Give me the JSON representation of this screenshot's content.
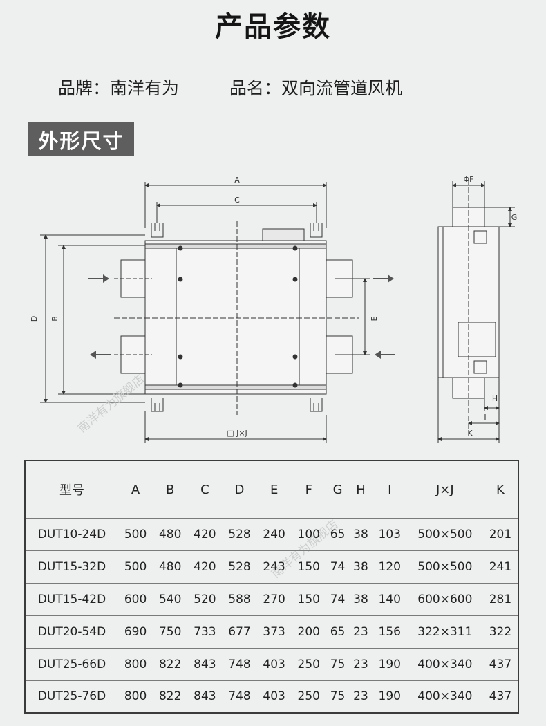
{
  "header": {
    "title": "产品参数",
    "brand": "品牌：南洋有为",
    "product_name": "品名：双向流管道风机",
    "section_label": "外形尺寸"
  },
  "diagram": {
    "labels": {
      "A": "A",
      "B": "B",
      "C": "C",
      "D": "D",
      "E": "E",
      "F": "ΦF",
      "G": "G",
      "H": "H",
      "I": "I",
      "JJ": "□ J×J",
      "K": "K"
    },
    "line_color": "#333333",
    "arrow_color": "#555555"
  },
  "watermark": "南洋有为旗舰店",
  "table": {
    "columns": [
      "型号",
      "A",
      "B",
      "C",
      "D",
      "E",
      "F",
      "G",
      "H",
      "I",
      "J×J",
      "K"
    ],
    "rows": [
      [
        "DUT10-24D",
        "500",
        "480",
        "420",
        "528",
        "240",
        "100",
        "65",
        "38",
        "103",
        "500×500",
        "201"
      ],
      [
        "DUT15-32D",
        "500",
        "480",
        "420",
        "528",
        "243",
        "150",
        "74",
        "38",
        "120",
        "500×500",
        "241"
      ],
      [
        "DUT15-42D",
        "600",
        "540",
        "520",
        "588",
        "270",
        "150",
        "74",
        "38",
        "140",
        "600×600",
        "281"
      ],
      [
        "DUT20-54D",
        "690",
        "750",
        "733",
        "677",
        "373",
        "200",
        "65",
        "23",
        "156",
        "322×311",
        "322"
      ],
      [
        "DUT25-66D",
        "800",
        "822",
        "843",
        "748",
        "403",
        "250",
        "75",
        "23",
        "190",
        "400×340",
        "437"
      ],
      [
        "DUT25-76D",
        "800",
        "822",
        "843",
        "748",
        "403",
        "250",
        "75",
        "23",
        "190",
        "400×340",
        "437"
      ]
    ]
  }
}
